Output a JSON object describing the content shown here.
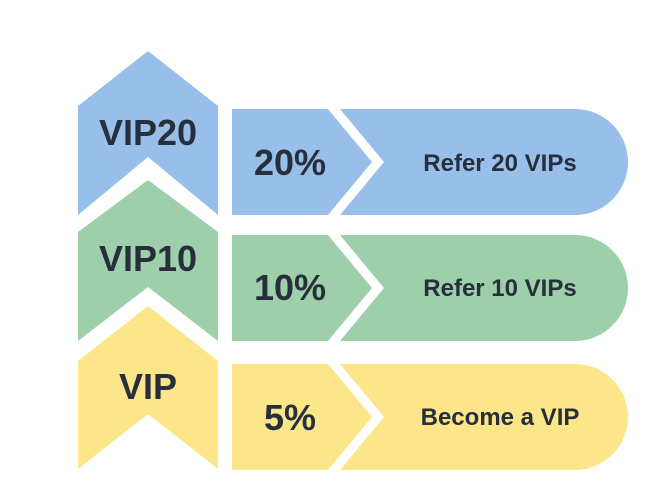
{
  "tiers": [
    {
      "name": "VIP20",
      "percent": "20%",
      "requirement": "Refer 20 VIPs",
      "color": "#98bfea"
    },
    {
      "name": "VIP10",
      "percent": "10%",
      "requirement": "Refer 10 VIPs",
      "color": "#9ccfaa"
    },
    {
      "name": "VIP",
      "percent": "5%",
      "requirement": "Become a VIP",
      "color": "#fde68a"
    }
  ],
  "text_color": "#262f3b"
}
